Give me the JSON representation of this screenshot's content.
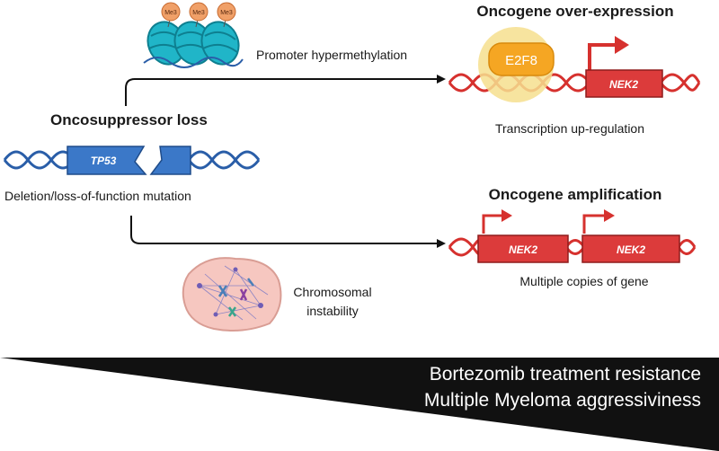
{
  "oncosuppressor": {
    "title": "Oncosuppressor loss",
    "gene": "TP53",
    "caption": "Deletion/loss-of-function mutation"
  },
  "promoter": {
    "label": "Promoter hypermethylation",
    "methyl_tags": [
      "Me3",
      "Me3",
      "Me3"
    ]
  },
  "overexpression": {
    "title": "Oncogene over-expression",
    "factor": "E2F8",
    "gene": "NEK2",
    "caption": "Transcription up-regulation"
  },
  "amplification": {
    "title": "Oncogene amplification",
    "genes": [
      "NEK2",
      "NEK2"
    ],
    "caption": "Multiple copies of gene"
  },
  "instability": {
    "line1": "Chromosomal",
    "line2": "instability"
  },
  "outcome": {
    "line1": "Bortezomib treatment resistance",
    "line2": "Multiple Myeloma aggressiviness"
  },
  "colors": {
    "dna_blue": "#2a5ea8",
    "gene_blue": "#3b78c8",
    "dna_red": "#d6312e",
    "gene_red": "#dc3b3b",
    "e2f8_fill": "#f5a623",
    "e2f8_halo": "#f6df8e",
    "nucleosome": "#20b5c8",
    "methyl": "#f0a068",
    "cell": "#f6c7c0",
    "wedge": "#111111"
  }
}
